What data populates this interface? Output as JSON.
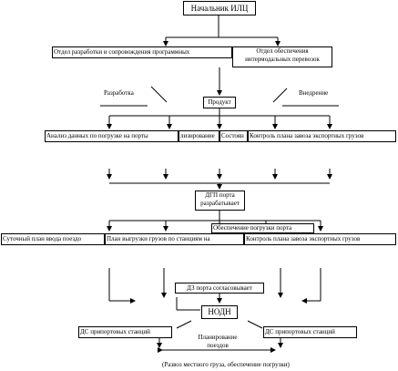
{
  "title": "Начальник ИЛЦ",
  "departments": {
    "left": "Отдел разработки и сопровождения программных",
    "right_line1": "Отдел обеспечения",
    "right_line2": "интермодальных перевозок"
  },
  "labels": {
    "development": "Разработка",
    "implementation": "Внедрение",
    "product": "Продукт"
  },
  "row1": [
    "Анализ данных по погрузке на порты",
    "лизирование",
    "Состоян",
    "Контроль плана завоза экспортных грузов"
  ],
  "dgp": {
    "line1": "ДГП порта",
    "line2": "разрабатывает"
  },
  "row2": [
    "Суточный план ввода поездо",
    "План выгрузки грузов по станциям на",
    "Обеспечение погрузки порта",
    "Контроль плана завоза экспортных грузов"
  ],
  "dz": "ДЗ порта согласовывает",
  "nodn": "НОДН",
  "ds_left": "ДС припортовых станций",
  "ds_right": "ДС припортовых станций",
  "planning": {
    "line1": "Планирование",
    "line2": "поездов"
  },
  "footer": "(Развоз местного груза, обеспечение погрузки)"
}
